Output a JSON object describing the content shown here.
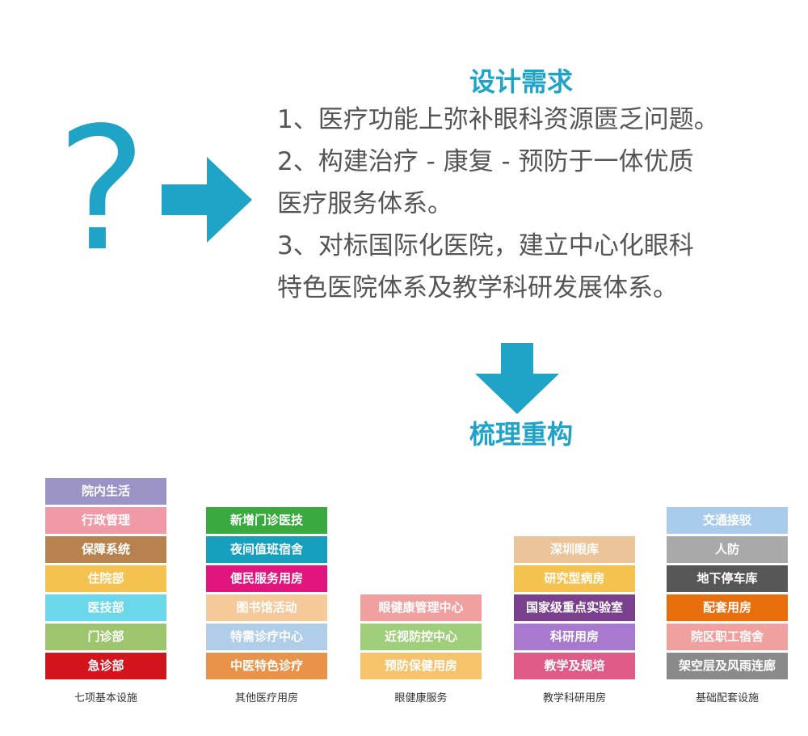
{
  "question_mark": "?",
  "design_heading": "设计需求",
  "requirements": [
    "1、医疗功能上弥补眼科资源匮乏问题。",
    "2、构建治疗 - 康复 - 预防于一体优质",
    "医疗服务体系。",
    "3、对标国际化医院，建立中心化眼科",
    "特色医院体系及教学科研发展体系。"
  ],
  "restructure_heading": "梳理重构",
  "colors": {
    "accent": "#1fa3c7",
    "body_text": "#555555"
  },
  "icons": {
    "right_arrow": "arrow-right-icon",
    "down_arrow": "arrow-down-icon"
  },
  "columns": [
    {
      "caption": "七项基本设施",
      "items": [
        {
          "label": "院内生活",
          "color": "#9b93c6"
        },
        {
          "label": "行政管理",
          "color": "#f09aa7"
        },
        {
          "label": "保障系统",
          "color": "#b8824f"
        },
        {
          "label": "住院部",
          "color": "#f6c24f"
        },
        {
          "label": "医技部",
          "color": "#6ad7ea"
        },
        {
          "label": "门诊部",
          "color": "#9dc56e"
        },
        {
          "label": "急诊部",
          "color": "#d3141c"
        }
      ]
    },
    {
      "caption": "其他医疗用房",
      "items": [
        {
          "label": "新增门诊医技",
          "color": "#3aa93f"
        },
        {
          "label": "夜间值班宿舍",
          "color": "#16a0bd"
        },
        {
          "label": "便民服务用房",
          "color": "#e2147e"
        },
        {
          "label": "图书馆活动",
          "color": "#f6c99b"
        },
        {
          "label": "特需诊疗中心",
          "color": "#b0cde9"
        },
        {
          "label": "中医特色诊疗",
          "color": "#e9924a"
        }
      ]
    },
    {
      "caption": "眼健康服务",
      "items": [
        {
          "label": "眼健康管理中心",
          "color": "#f1a0a0"
        },
        {
          "label": "近视防控中心",
          "color": "#9fcf7a"
        },
        {
          "label": "预防保健用房",
          "color": "#f6c26a"
        }
      ]
    },
    {
      "caption": "教学科研用房",
      "items": [
        {
          "label": "深圳眼库",
          "color": "#ebc49a"
        },
        {
          "label": "研究型病房",
          "color": "#f6c24f"
        },
        {
          "label": "国家级重点实验室",
          "color": "#7a3f8d"
        },
        {
          "label": "科研用房",
          "color": "#a779cf"
        },
        {
          "label": "教学及规培",
          "color": "#e05a88"
        }
      ]
    },
    {
      "caption": "基础配套设施",
      "items": [
        {
          "label": "交通接驳",
          "color": "#a9cbec"
        },
        {
          "label": "人防",
          "color": "#a9a9a9"
        },
        {
          "label": "地下停车库",
          "color": "#575757"
        },
        {
          "label": "配套用房",
          "color": "#e86f0c"
        },
        {
          "label": "院区职工宿舍",
          "color": "#f1a0a0"
        },
        {
          "label": "架空层及风雨连廊",
          "color": "#8a8a8a"
        }
      ]
    }
  ]
}
